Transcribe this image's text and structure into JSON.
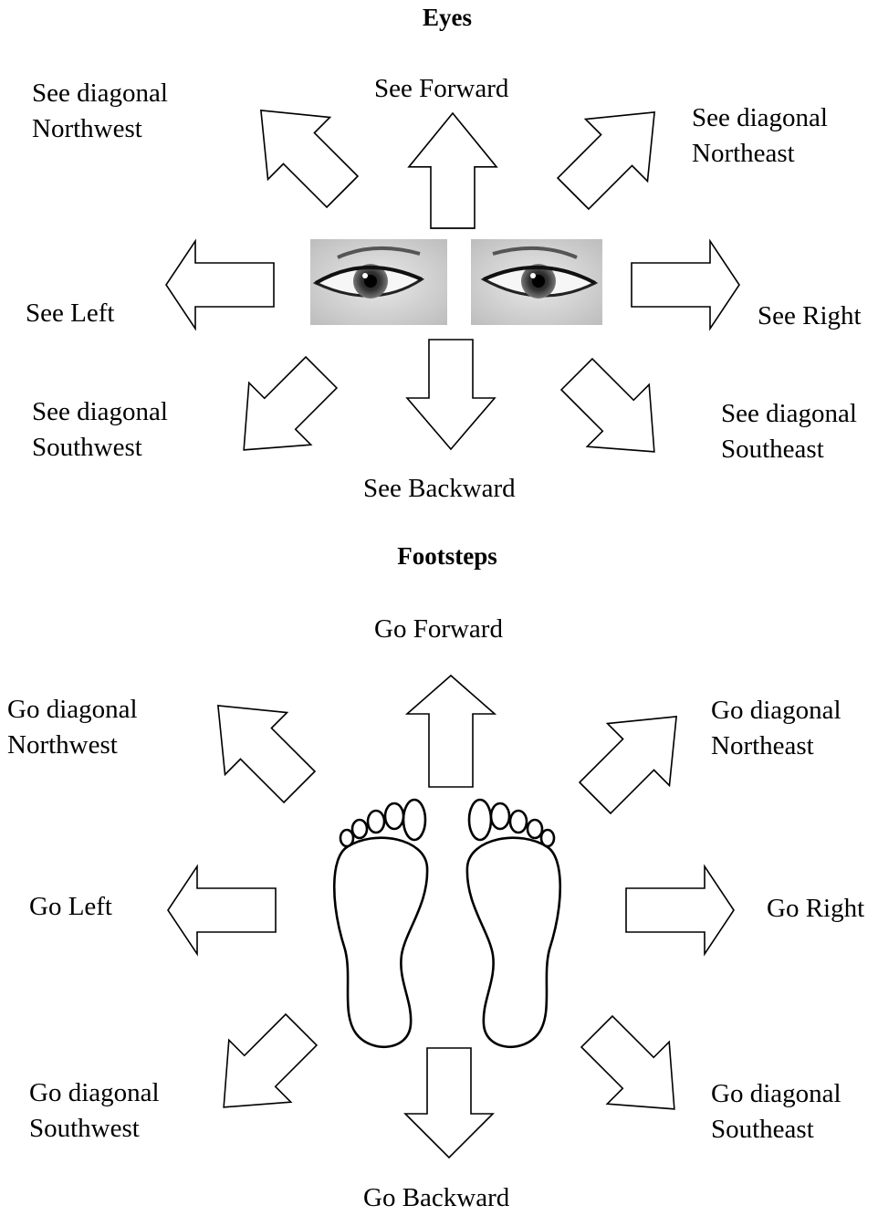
{
  "eyes": {
    "title": "Eyes",
    "labels": {
      "northwest": [
        "See diagonal",
        "Northwest"
      ],
      "forward": "See Forward",
      "northeast": [
        "See diagonal",
        "Northeast"
      ],
      "left": "See Left",
      "right": "See Right",
      "southwest": [
        "See diagonal",
        "Southwest"
      ],
      "backward": "See Backward",
      "southeast": [
        "See diagonal",
        "Southeast"
      ]
    }
  },
  "footsteps": {
    "title": "Footsteps",
    "labels": {
      "forward": "Go Forward",
      "northwest": [
        "Go diagonal",
        "Northwest"
      ],
      "northeast": [
        "Go diagonal",
        "Northeast"
      ],
      "left": "Go Left",
      "right": "Go Right",
      "southwest": [
        "Go diagonal",
        "Southwest"
      ],
      "backward": "Go Backward",
      "southeast": [
        "Go diagonal",
        "Southeast"
      ]
    }
  },
  "icons": {
    "eyes_image": "eyes-photo",
    "feet_image": "footprints-icon"
  }
}
